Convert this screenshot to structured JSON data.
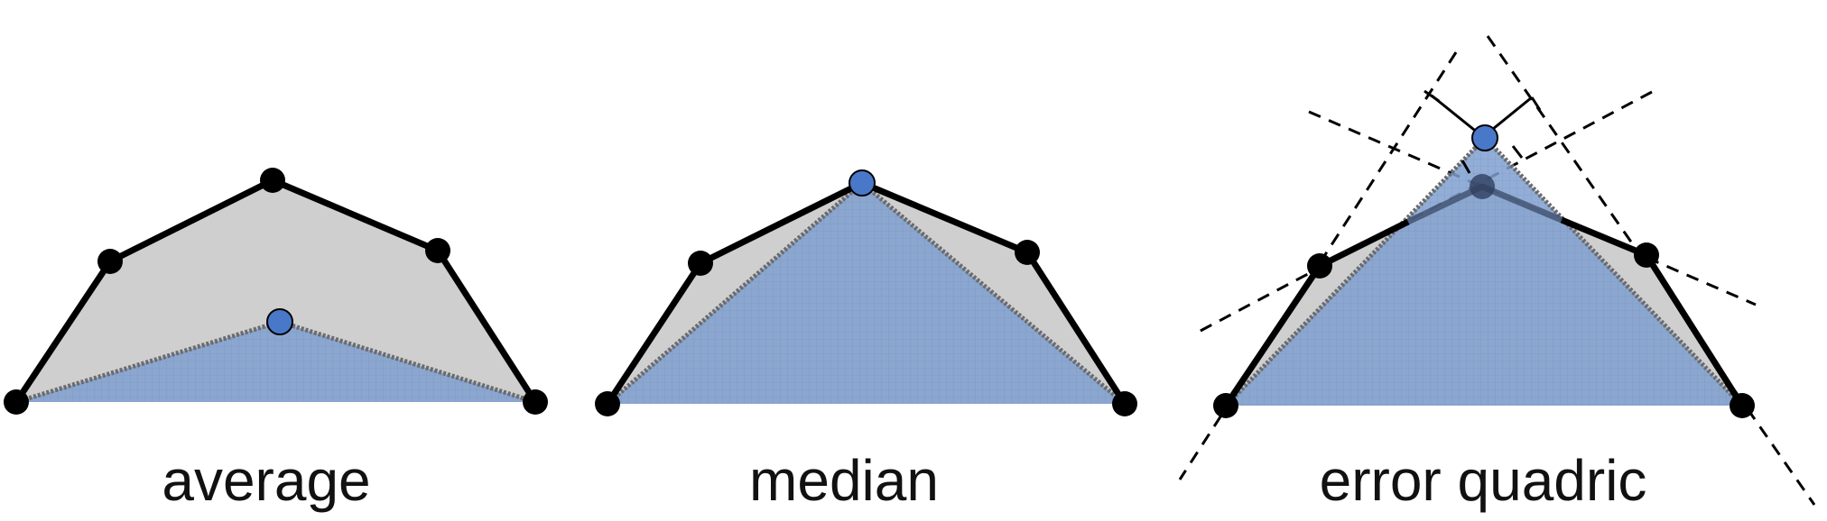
{
  "panels": [
    {
      "id": "average",
      "caption": "average"
    },
    {
      "id": "median",
      "caption": "median"
    },
    {
      "id": "error-quadric",
      "caption": "error quadric"
    }
  ],
  "colors": {
    "outline": "#000000",
    "gray_fill": "#cfcfcf",
    "blue_fill": "#7f9fcf",
    "blue_edge": "#8a96a8",
    "new_vertex": "#4a78c9",
    "vertex": "#000000",
    "dashed": "#000000"
  }
}
